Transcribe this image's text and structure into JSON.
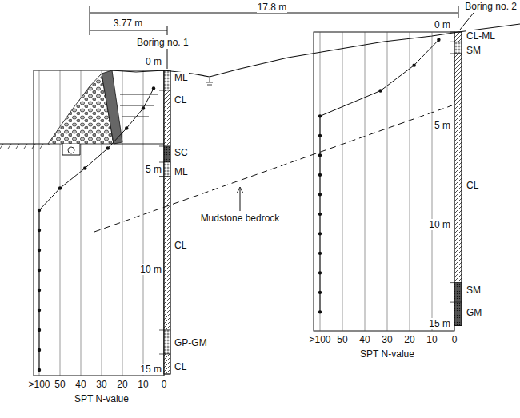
{
  "diagram": {
    "labels": [
      "17.8 m",
      "3.77 m",
      "Boring no. 1",
      "0 m",
      "Boring no. 2",
      "0 m",
      "ML",
      "CL",
      "SC",
      "5 m",
      "ML",
      "CL",
      "10 m",
      "GP-GM",
      "15 m",
      "CL",
      "Mudstone bedrock",
      ">100",
      "50",
      "40",
      "30",
      "20",
      "10",
      "0",
      "SPT N-value",
      "CL-ML",
      "SM",
      "5 m",
      "CL",
      "10 m",
      "SM",
      "15 m",
      "GM",
      ">100",
      "50",
      "40",
      "30",
      "20",
      "10",
      "0",
      "SPT N-value"
    ]
  }
}
